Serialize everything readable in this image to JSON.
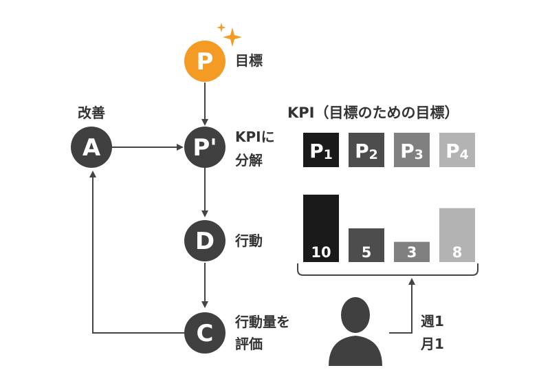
{
  "colors": {
    "node_dark": "#404040",
    "node_plan": "#f39b25",
    "sparkle": "#f39b25",
    "line": "#444444",
    "text": "#333333",
    "kpi_shades": [
      "#1a1a1a",
      "#4d4d4d",
      "#808080",
      "#b3b3b3"
    ]
  },
  "cycle": {
    "plan": {
      "letter": "P",
      "label": "目標"
    },
    "plan_prime": {
      "letter": "P'",
      "label_line1": "KPIに",
      "label_line2": "分解"
    },
    "do": {
      "letter": "D",
      "label": "行動"
    },
    "check": {
      "letter": "C",
      "label_line1": "行動量を",
      "label_line2": "評価"
    },
    "act": {
      "letter": "A",
      "label": "改善"
    }
  },
  "kpi": {
    "title": "KPI（目標のための目標）",
    "items": [
      {
        "letter": "P",
        "sub": "1",
        "value": 10
      },
      {
        "letter": "P",
        "sub": "2",
        "value": 5
      },
      {
        "letter": "P",
        "sub": "3",
        "value": 3
      },
      {
        "letter": "P",
        "sub": "4",
        "value": 8
      }
    ]
  },
  "review": {
    "line1": "週1",
    "line2": "月1",
    "icon": "person-icon"
  }
}
